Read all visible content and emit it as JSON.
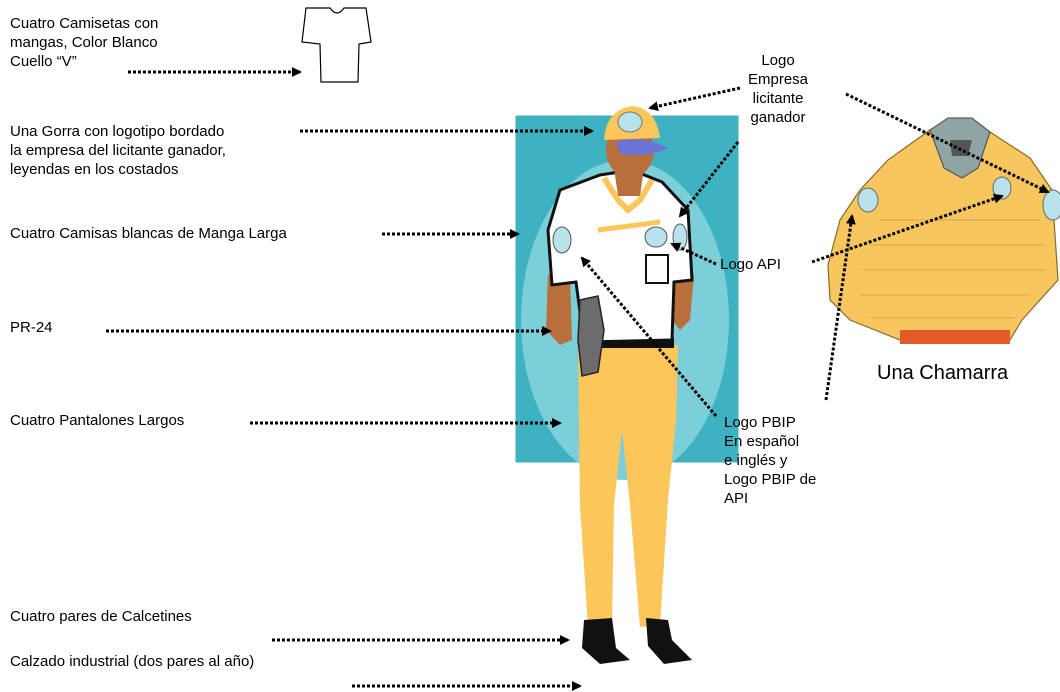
{
  "labels": {
    "camisetas": [
      "Cuatro Camisetas con",
      "mangas, Color Blanco",
      "Cuello “V”"
    ],
    "gorra": [
      "Una Gorra con logotipo bordado",
      "la empresa del licitante ganador,",
      "leyendas en los costados"
    ],
    "camisas": "Cuatro Camisas blancas de Manga Larga",
    "pr24": "PR-24",
    "pantalones": "Cuatro Pantalones Largos",
    "calcetines": "Cuatro pares de Calcetines",
    "calzado": "Calzado industrial (dos pares al año)",
    "logo_empresa": [
      "Logo",
      "Empresa",
      "licitante",
      "ganador"
    ],
    "logo_api": "Logo API",
    "logo_pbip": [
      "Logo PBIP",
      "En español",
      "e inglés y",
      "Logo PBIP de",
      "API"
    ],
    "chamarra": "Una Chamarra"
  },
  "colors": {
    "background": "#ffffff",
    "panel_teal": "#3fb2c2",
    "panel_oval": "#7ccfd9",
    "uniform_yellow": "#fcc65a",
    "shirt_white": "#ffffff",
    "logo_patch": "#b9e3ec",
    "skin": "#b86f3c",
    "arrow": "#000000"
  },
  "icons": [
    "tshirt-icon",
    "guard-figure",
    "jacket-icon"
  ]
}
